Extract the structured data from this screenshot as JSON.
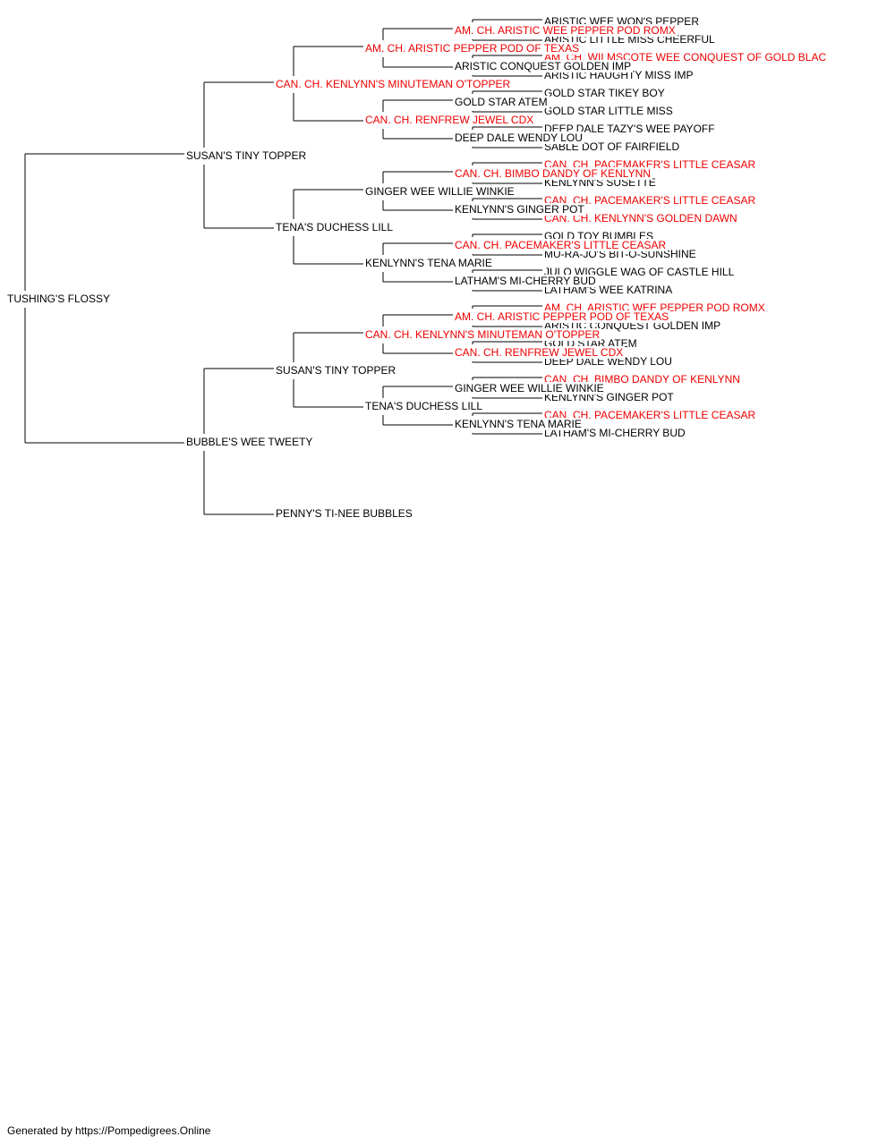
{
  "colors": {
    "normal": "#000000",
    "champion": "#ee0000",
    "line": "#000000"
  },
  "footer": "Generated by https://Pompedigrees.Online",
  "pedigree": {
    "name": "TUSHING'S FLOSSY",
    "champion": false,
    "sire": {
      "name": "SUSAN'S TINY TOPPER",
      "champion": false,
      "sire": {
        "name": "CAN. CH. KENLYNN'S MINUTEMAN O'TOPPER",
        "champion": true,
        "sire": {
          "name": "AM. CH. ARISTIC PEPPER POD OF TEXAS",
          "champion": true,
          "sire": {
            "name": "AM. CH. ARISTIC WEE PEPPER POD ROMX",
            "champion": true,
            "sire": {
              "name": "ARISTIC WEE WON'S PEPPER",
              "champion": false
            },
            "dam": {
              "name": "ARISTIC LITTLE MISS CHEERFUL",
              "champion": false
            }
          },
          "dam": {
            "name": "ARISTIC CONQUEST GOLDEN IMP",
            "champion": false,
            "sire": {
              "name": "AM. CH. WILMSCOTE WEE CONQUEST OF GOLD BLAC",
              "champion": true
            },
            "dam": {
              "name": "ARISTIC HAUGHTY MISS IMP",
              "champion": false
            }
          }
        },
        "dam": {
          "name": "CAN. CH. RENFREW JEWEL CDX",
          "champion": true,
          "sire": {
            "name": "GOLD STAR ATEM",
            "champion": false,
            "sire": {
              "name": "GOLD STAR TIKEY BOY",
              "champion": false
            },
            "dam": {
              "name": "GOLD STAR LITTLE MISS",
              "champion": false
            }
          },
          "dam": {
            "name": "DEEP DALE WENDY LOU",
            "champion": false,
            "sire": {
              "name": "DEEP DALE TAZY'S WEE PAYOFF",
              "champion": false
            },
            "dam": {
              "name": "SABLE DOT OF FAIRFIELD",
              "champion": false
            }
          }
        }
      },
      "dam": {
        "name": "TENA'S DUCHESS LILL",
        "champion": false,
        "sire": {
          "name": "GINGER WEE WILLIE WINKIE",
          "champion": false,
          "sire": {
            "name": "CAN. CH. BIMBO DANDY OF KENLYNN",
            "champion": true,
            "sire": {
              "name": "CAN. CH. PACEMAKER'S LITTLE CEASAR",
              "champion": true
            },
            "dam": {
              "name": "KENLYNN'S SUSETTE",
              "champion": false
            }
          },
          "dam": {
            "name": "KENLYNN'S GINGER POT",
            "champion": false,
            "sire": {
              "name": "CAN. CH. PACEMAKER'S LITTLE CEASAR",
              "champion": true
            },
            "dam": {
              "name": "CAN. CH. KENLYNN'S GOLDEN DAWN",
              "champion": true
            }
          }
        },
        "dam": {
          "name": "KENLYNN'S TENA MARIE",
          "champion": false,
          "sire": {
            "name": "CAN. CH. PACEMAKER'S LITTLE CEASAR",
            "champion": true,
            "sire": {
              "name": "GOLD TOY BUMBLES",
              "champion": false
            },
            "dam": {
              "name": "MU-RA-JO'S BIT-O-SUNSHINE",
              "champion": false
            }
          },
          "dam": {
            "name": "LATHAM'S MI-CHERRY BUD",
            "champion": false,
            "sire": {
              "name": "JULO WIGGLE WAG OF CASTLE HILL",
              "champion": false
            },
            "dam": {
              "name": "LATHAM'S WEE KATRINA",
              "champion": false
            }
          }
        }
      }
    },
    "dam": {
      "name": "BUBBLE'S WEE TWEETY",
      "champion": false,
      "sire": {
        "name": "SUSAN'S TINY TOPPER",
        "champion": false,
        "sire": {
          "name": "CAN. CH. KENLYNN'S MINUTEMAN O'TOPPER",
          "champion": true,
          "sire": {
            "name": "AM. CH. ARISTIC PEPPER POD OF TEXAS",
            "champion": true,
            "sire": {
              "name": "AM. CH. ARISTIC WEE PEPPER POD ROMX",
              "champion": true
            },
            "dam": {
              "name": "ARISTIC CONQUEST GOLDEN IMP",
              "champion": false
            }
          },
          "dam": {
            "name": "CAN. CH. RENFREW JEWEL CDX",
            "champion": true,
            "sire": {
              "name": "GOLD STAR ATEM",
              "champion": false
            },
            "dam": {
              "name": "DEEP DALE WENDY LOU",
              "champion": false
            }
          }
        },
        "dam": {
          "name": "TENA'S DUCHESS LILL",
          "champion": false,
          "sire": {
            "name": "GINGER WEE WILLIE WINKIE",
            "champion": false,
            "sire": {
              "name": "CAN. CH. BIMBO DANDY OF KENLYNN",
              "champion": true
            },
            "dam": {
              "name": "KENLYNN'S GINGER POT",
              "champion": false
            }
          },
          "dam": {
            "name": "KENLYNN'S TENA MARIE",
            "champion": false,
            "sire": {
              "name": "CAN. CH. PACEMAKER'S LITTLE CEASAR",
              "champion": true
            },
            "dam": {
              "name": "LATHAM'S MI-CHERRY BUD",
              "champion": false
            }
          }
        }
      },
      "dam": {
        "name": "PENNY'S TI-NEE BUBBLES",
        "champion": false
      }
    }
  }
}
